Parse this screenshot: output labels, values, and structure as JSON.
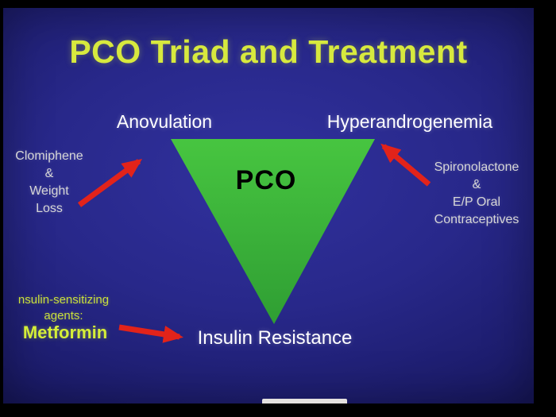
{
  "slide": {
    "title": "PCO Triad and Treatment",
    "triangle_label": "PCO",
    "vertices": {
      "top_left": "Anovulation",
      "top_right": "Hyperandrogenemia",
      "bottom": "Insulin Resistance"
    },
    "annotations": {
      "left": {
        "lines": [
          "Clomiphene",
          "&",
          "Weight",
          "Loss"
        ]
      },
      "right": {
        "lines": [
          "Spironolactone",
          "&",
          "E/P Oral",
          "Contraceptives"
        ]
      },
      "bottom_left": {
        "lines": [
          "nsulin-sensitizing",
          "agents:"
        ],
        "drug": "Metformin"
      }
    },
    "colors": {
      "slide_background": "#28288a",
      "title_text": "#d7e93e",
      "triangle_fill": "#3db63a",
      "triangle_label_text": "#000000",
      "vertex_text": "#ffffff",
      "annotation_text": "#d6d6d6",
      "agents_text": "#c9df3d",
      "metformin_text": "#d5ee38",
      "arrow": "#e2231a"
    }
  }
}
